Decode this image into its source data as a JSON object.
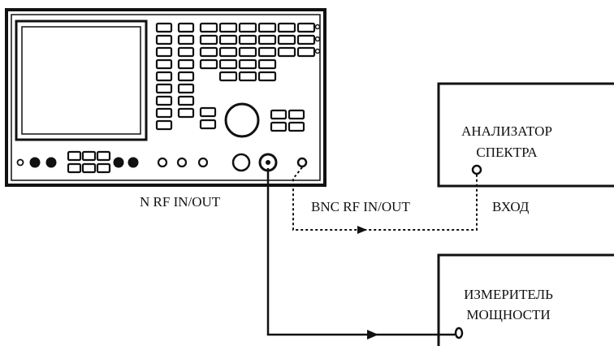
{
  "labels": {
    "n_port": "N RF IN/OUT",
    "bnc_port": "BNC RF IN/OUT",
    "analyzer_input": "ВХОД",
    "analyzer_line1": "АНАЛИЗАТОР",
    "analyzer_line2": "СПЕКТРА",
    "meter_line1": "ИЗМЕРИТЕЛЬ",
    "meter_line2": "МОЩНОСТИ"
  },
  "colors": {
    "ink": "#111111",
    "screen": "#ffffff",
    "background": "#ffffff"
  }
}
